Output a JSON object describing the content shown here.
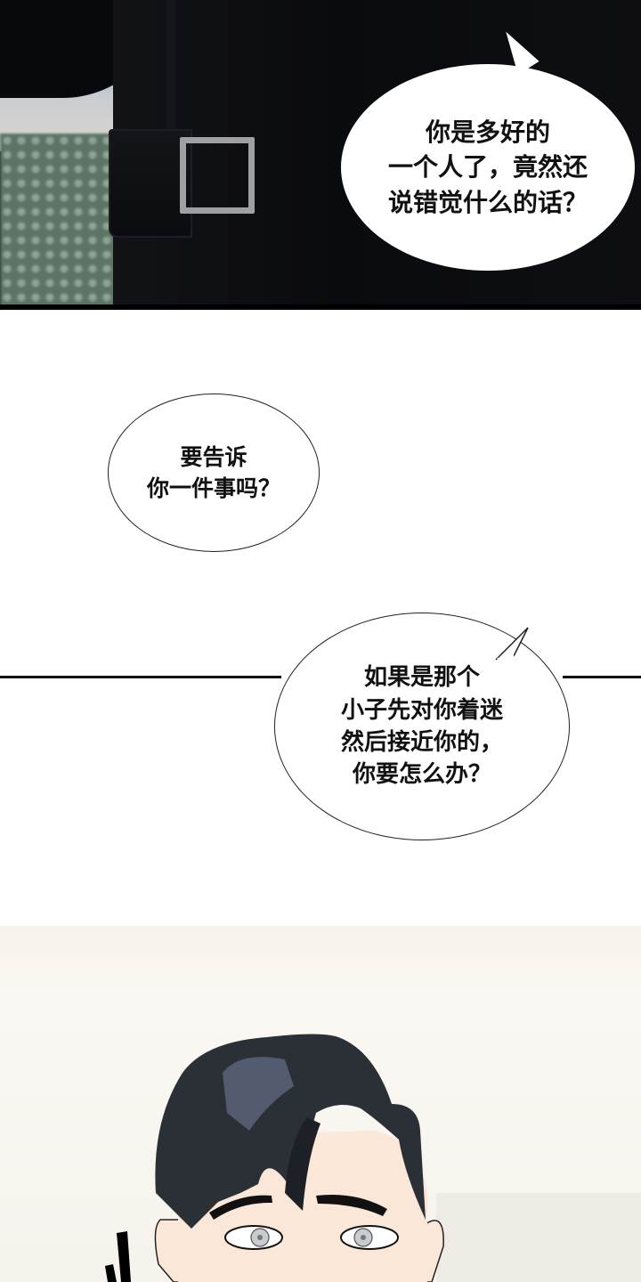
{
  "page": {
    "type": "webtoon-page",
    "background_color": "#ffffff"
  },
  "panels": [
    {
      "id": "panel-1",
      "description": "Close-up of dark coat sleeve with belt buckle against blurred chain-link fence",
      "colors": {
        "coat": "#0d0e12",
        "buckle": "#9fa0a4",
        "fence": "#5c7366",
        "sky": "#8fb4cf"
      },
      "bubble": {
        "lines": [
          "你是多好的",
          "一个人了，竟然还",
          "说错觉什么的话？"
        ]
      }
    },
    {
      "id": "panel-2",
      "description": "White gutter space with two speech bubbles and a horizontal divider line",
      "bubbles": [
        {
          "lines": [
            "要告诉",
            "你一件事吗？"
          ]
        },
        {
          "lines": [
            "如果是那个",
            "小子先对你着迷",
            "然后接近你的，",
            "你要怎么办？"
          ]
        }
      ]
    },
    {
      "id": "panel-3",
      "description": "Dark-haired man with wide grey eyes, looking surprised, light background",
      "colors": {
        "hair": "#2b2f36",
        "hair_highlight": "#5b6479",
        "skin": "#fbe7d8",
        "eyes": "#c9cbcf",
        "background": "#f7f2ea"
      }
    }
  ]
}
